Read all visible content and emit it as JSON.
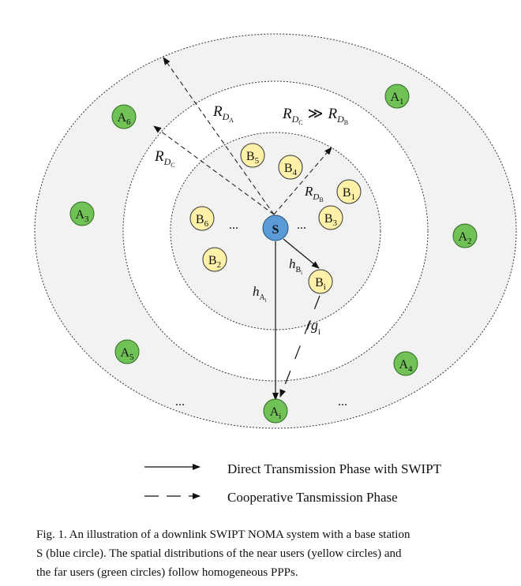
{
  "nodes": {
    "base": {
      "letter": "S"
    },
    "near": [
      {
        "letter": "B",
        "sub": "5"
      },
      {
        "letter": "B",
        "sub": "4"
      },
      {
        "letter": "B",
        "sub": "1"
      },
      {
        "letter": "B",
        "sub": "3"
      },
      {
        "letter": "B",
        "sub": "6"
      },
      {
        "letter": "B",
        "sub": "2"
      },
      {
        "letter": "B",
        "sub": "i"
      }
    ],
    "far": [
      {
        "letter": "A",
        "sub": "1"
      },
      {
        "letter": "A",
        "sub": "6"
      },
      {
        "letter": "A",
        "sub": "3"
      },
      {
        "letter": "A",
        "sub": "2"
      },
      {
        "letter": "A",
        "sub": "5"
      },
      {
        "letter": "A",
        "sub": "4"
      },
      {
        "letter": "A",
        "sub": "i"
      }
    ]
  },
  "labels": {
    "ellipsis": "...",
    "R": "R",
    "D": "D",
    "A": "A",
    "B": "B",
    "C": "C",
    "relation": "≫",
    "h": "h",
    "g": "g",
    "i": "i",
    "slash": "/"
  },
  "legend": {
    "direct": "Direct Transmission Phase with SWIPT",
    "cooperative": "Cooperative Tansmission Phase"
  },
  "caption": {
    "line1": "Fig. 1.  An illustration of a downlink SWIPT NOMA system with a base station",
    "line2": "S (blue circle). The spatial distributions of the near users (yellow circles) and",
    "line3": "the far users (green circles) follow homogeneous PPPs."
  },
  "colors": {
    "base_fill": "#5b9bd5",
    "near_fill": "#fff2a8",
    "far_fill": "#70c256",
    "ring_fill": "#f2f2f2"
  }
}
